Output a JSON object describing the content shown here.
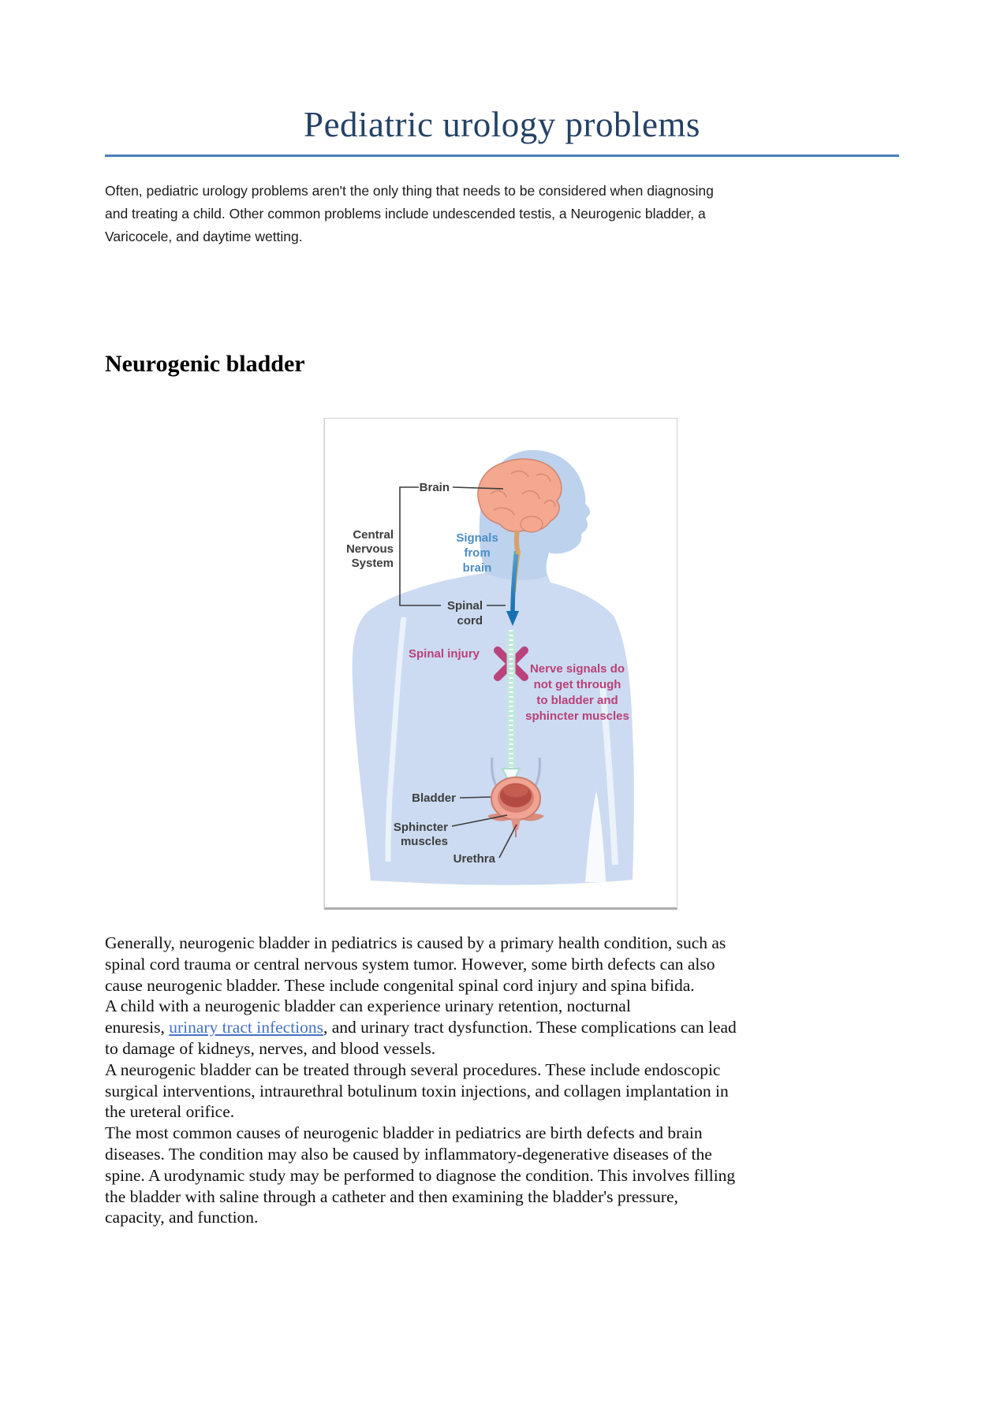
{
  "document": {
    "title": "Pediatric urology problems",
    "intro": "Often, pediatric urology problems aren't the only thing that needs to be considered when diagnosing\nand treating a child. Other common problems include undescended testis, a Neurogenic bladder, a\nVaricocele, and daytime wetting.",
    "section_heading": "Neurogenic bladder",
    "paragraphs": {
      "p1": "Generally, neurogenic bladder in pediatrics is caused by a primary health condition, such as\nspinal cord trauma or central nervous system tumor. However, some birth defects can also\ncause neurogenic bladder. These include congenital spinal cord injury and spina bifida.",
      "p2_before": "A child with a neurogenic bladder can experience urinary retention, nocturnal\nenuresis, ",
      "p2_link": "urinary tract infections",
      "p2_after": ", and urinary tract dysfunction. These complications can lead\nto damage of kidneys, nerves, and blood vessels.",
      "p3": "A neurogenic bladder can be treated through several procedures. These include endoscopic\nsurgical interventions, intraurethral botulinum toxin injections, and collagen implantation in\nthe ureteral orifice.",
      "p4": "The most common causes of neurogenic bladder in pediatrics are birth defects and brain\ndiseases. The condition may also be caused by inflammatory-degenerative diseases of the\nspine. A urodynamic study may be performed to diagnose the condition. This involves filling\nthe bladder with saline through a catheter and then examining the bladder's pressure,\ncapacity, and function."
    }
  },
  "figure": {
    "labels": {
      "brain": "Brain",
      "cns": [
        "Central",
        "Nervous",
        "System"
      ],
      "signals": [
        "Signals",
        "from",
        "brain"
      ],
      "spinal_cord": [
        "Spinal",
        "cord"
      ],
      "spinal_injury": "Spinal injury",
      "nerve_block": [
        "Nerve signals do",
        "not get through",
        "to bladder and",
        "sphincter muscles"
      ],
      "bladder": "Bladder",
      "sphincter": [
        "Sphincter",
        "muscles"
      ],
      "urethra": "Urethra"
    },
    "colors": {
      "body_silhouette": "#ccdbf1",
      "head": "#bdd2ed",
      "brain": "#f3a88f",
      "brain_outline": "#d08571",
      "label_text": "#3d3d3d",
      "signals_text": "#4a8ec5",
      "injury_text": "#ba4079",
      "arrow_blue": "#1470b2",
      "dotted_arrow_glow": "#c2e9dd",
      "bladder_outer": "#f1a494",
      "bladder_inner": "#b44b42"
    }
  },
  "styles": {
    "title_color": "#254265",
    "rule_color": "#4a7ebb",
    "link_color": "#4472c4"
  }
}
